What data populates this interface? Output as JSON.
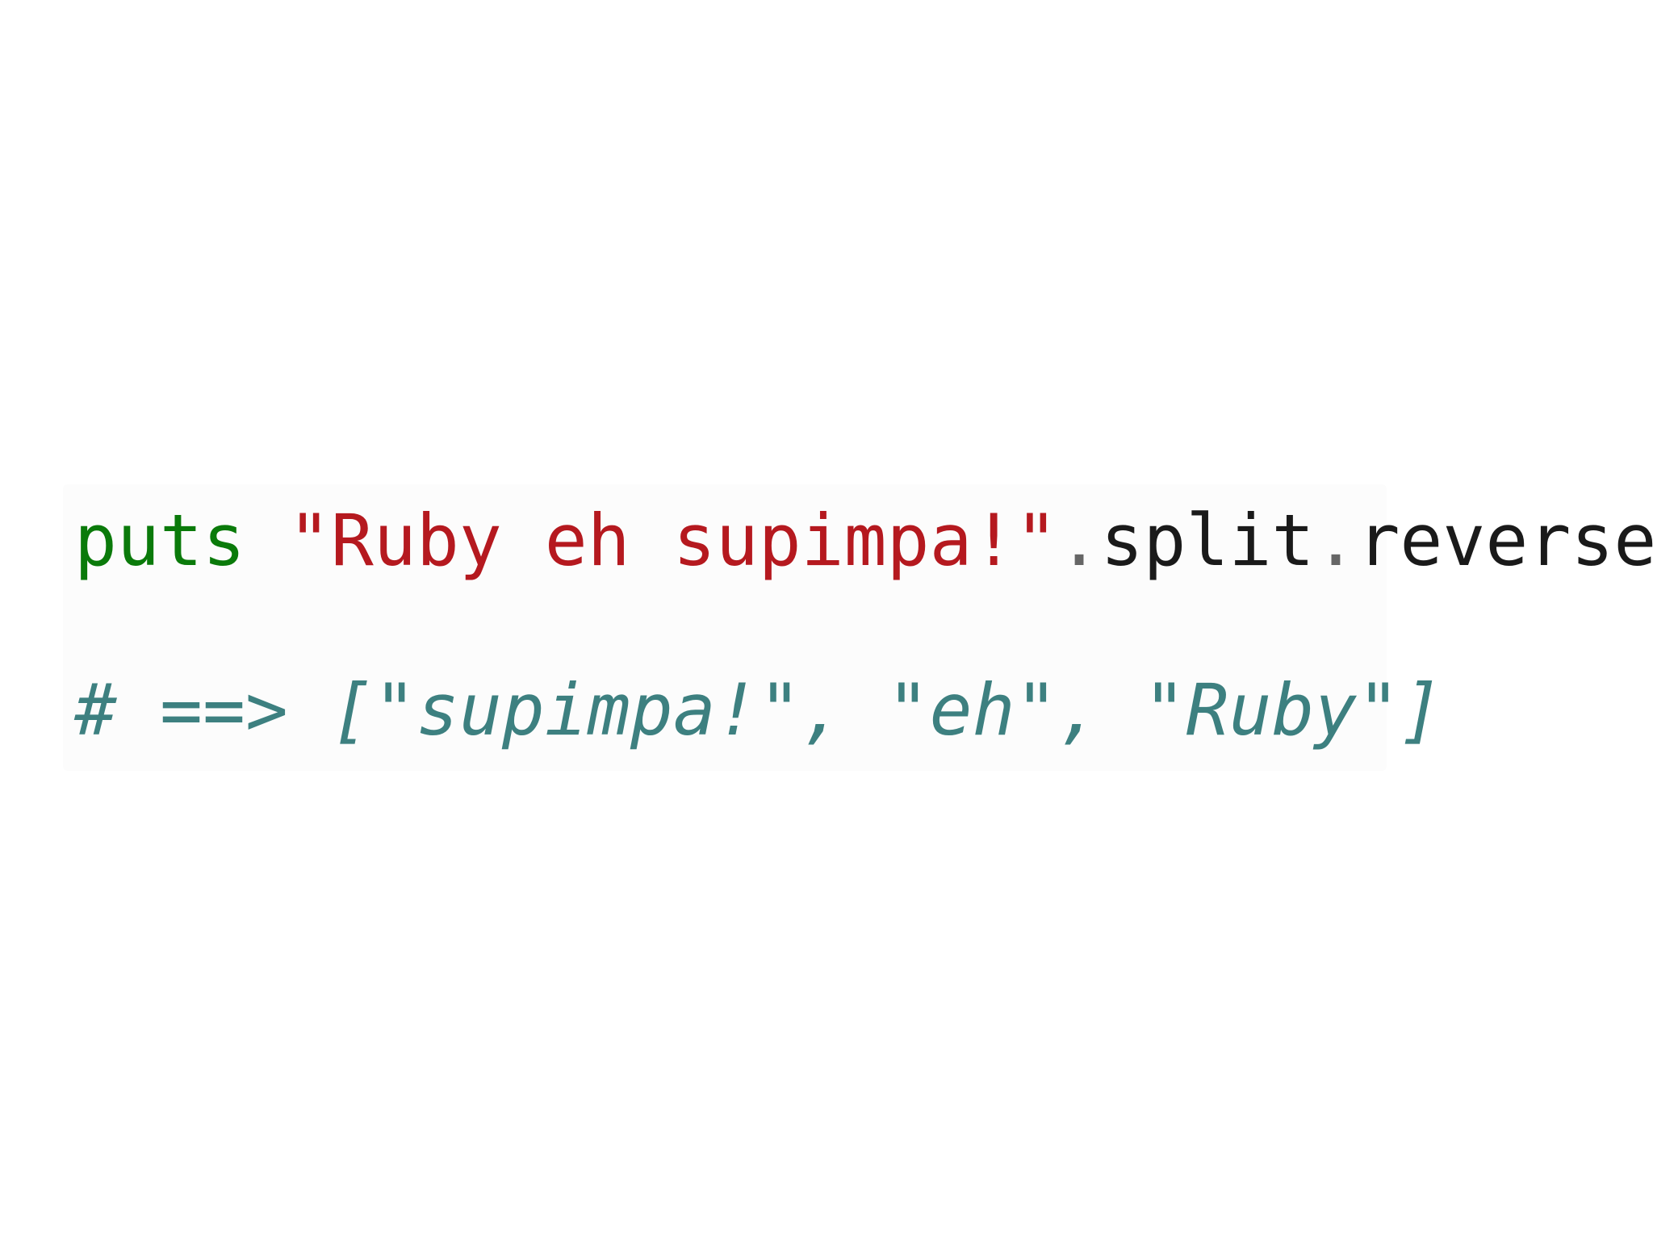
{
  "code": {
    "line1": {
      "keyword": "puts",
      "space": " ",
      "string": "\"Ruby eh supimpa!\"",
      "dot1": ".",
      "method1": "split",
      "dot2": ".",
      "method2": "reverse"
    },
    "line2": {
      "comment": "# ==> [\"supimpa!\", \"eh\", \"Ruby\"]"
    }
  },
  "colors": {
    "keyword": "#0a7a0a",
    "string": "#b5191f",
    "method": "#1a1a1a",
    "dot": "#666666",
    "comment": "#3d8080",
    "background": "#ffffff"
  }
}
